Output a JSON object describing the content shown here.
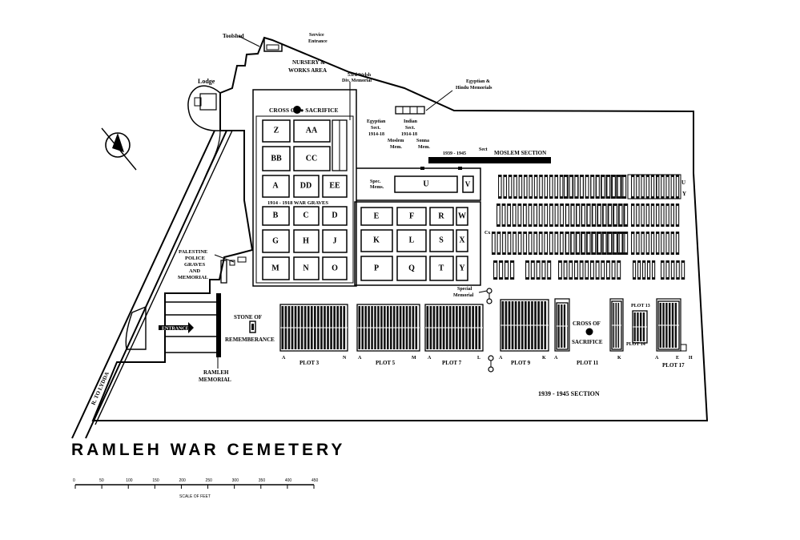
{
  "title": "RAMLEH WAR CEMETERY",
  "scale": {
    "ticks": [
      "0",
      "50",
      "100",
      "150",
      "200",
      "250",
      "300",
      "350",
      "400",
      "450"
    ],
    "label": "SCALE OF FEET"
  },
  "labels": {
    "toolshed": "Toolshed",
    "service_entrance_1": "Service",
    "service_entrance_2": "Entrance",
    "nursery_1": "NURSERY &",
    "nursery_2": "WORKS AREA",
    "lodge": "Lodge",
    "welsh_1": "53rd Welsh",
    "welsh_2": "Div. Memorial",
    "egyptian_hindu_1": "Egyptian &",
    "egyptian_hindu_2": "Hindu Memorials",
    "cross_top": "CROSS OF ● SACRIFICE",
    "egyptian_sec_1": "Egyptian",
    "egyptian_sec_2": "Sect.",
    "egyptian_sec_3": "1914-18",
    "indian_sec_1": "Indian",
    "indian_sec_2": "Sect.",
    "indian_sec_3": "1914-18",
    "moslem_mem_1": "Moslem",
    "moslem_mem_2": "Mem.",
    "sonna_1": "Sonna",
    "sonna_2": "Mem.",
    "sect_3945": "1939 - 1945",
    "sect_word": "Sect",
    "moslem_section": "MOSLEM SECTION",
    "spec_mems_1": "Spec.",
    "spec_mems_2": "Mems.",
    "ww1_graves": "1914 - 1918 WAR GRAVES",
    "palestine_1": "PALESTINE",
    "palestine_2": "POLICE",
    "palestine_3": "GRAVES",
    "palestine_4": "AND",
    "palestine_5": "MEMORIAL",
    "stone_1": "STONE OF",
    "stone_2": "REMEMBERANCE",
    "entrance": "ENTRANCE",
    "ramleh_mem_1": "RAMLEH",
    "ramleh_mem_2": "MEMORIAL",
    "special_mem_1": "Special",
    "special_mem_2": "Memorial",
    "cross_lower_1": "CROSS OF",
    "cross_lower_2": "SACRIFICE",
    "section_3945": "1939 - 1945 SECTION",
    "road": "R. TO LYDDA"
  },
  "ww1_plots": {
    "row1": [
      "Z",
      "AA"
    ],
    "row2": [
      "BB",
      "CC"
    ],
    "row3": [
      "A",
      "DD",
      "EE"
    ],
    "row4": [
      "B",
      "C",
      "D"
    ],
    "row5": [
      "G",
      "H",
      "J"
    ],
    "row6": [
      "M",
      "N",
      "O"
    ],
    "right_row1": [
      "E",
      "F",
      "R",
      "W"
    ],
    "right_row2": [
      "K",
      "L",
      "S",
      "X"
    ],
    "right_row3": [
      "P",
      "Q",
      "T",
      "Y"
    ],
    "spec": "U",
    "spec_v": "V"
  },
  "lower_plots": [
    {
      "name": "PLOT 3",
      "left": "A",
      "right": "N"
    },
    {
      "name": "PLOT 5",
      "left": "A",
      "right": "M"
    },
    {
      "name": "PLOT 7",
      "left": "A",
      "right": "L"
    },
    {
      "name": "PLOT 9",
      "left": "A",
      "right": "K"
    },
    {
      "name": "PLOT 11",
      "left": "A",
      "right": "K"
    },
    {
      "name": "PLOT 17",
      "left": "A",
      "right": "E"
    }
  ],
  "plot_13": "PLOT 13",
  "plot_14": "PLOT 14",
  "plot_h": "H",
  "side_letters": {
    "u": "U",
    "y": "Y",
    "cx": "Cx"
  }
}
